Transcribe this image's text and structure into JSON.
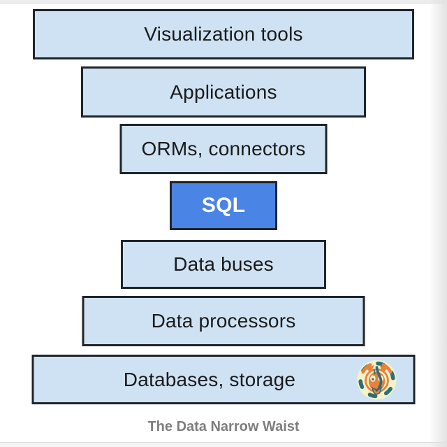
{
  "diagram": {
    "caption": "The Data Narrow Waist",
    "stack": {
      "layers": [
        {
          "label": "Visualization tools",
          "highlight": false
        },
        {
          "label": "Applications",
          "highlight": false
        },
        {
          "label": "ORMs, connectors",
          "highlight": false
        },
        {
          "label": "SQL",
          "highlight": true
        },
        {
          "label": "Data buses",
          "highlight": false
        },
        {
          "label": "Data processors",
          "highlight": false
        },
        {
          "label": "Databases, storage",
          "highlight": false,
          "icon": "tiger-logo"
        }
      ]
    }
  },
  "colors": {
    "background": "#ffffff",
    "box_fill": "#cfe2f3",
    "box_border": "#20242b",
    "highlight_fill": "#4a84e4",
    "highlight_text": "#ffffff",
    "text": "#1a1a1a",
    "caption_text": "#7d7d7d",
    "edge_strip": "#ececec",
    "tiger_bg": "#f6f2c8",
    "tiger_face": "#e8813c",
    "tiger_stripe": "#2e6e78"
  }
}
